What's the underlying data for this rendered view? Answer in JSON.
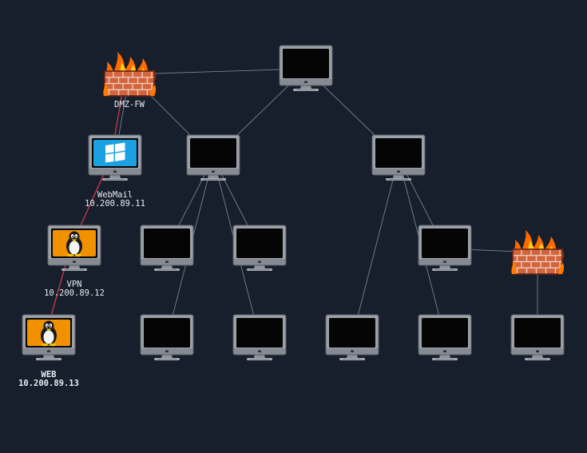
{
  "theme": {
    "background": "#171e2c",
    "link_color": "#8d93a0",
    "attack_path_color": "#c0394a",
    "windows_tile": "#1ba1e2",
    "linux_tile": "#f29100"
  },
  "nodes": [
    {
      "id": "dmz-fw",
      "kind": "firewall",
      "label": "DMZ-FW",
      "ip": ""
    },
    {
      "id": "root",
      "kind": "monitor",
      "os": "none",
      "label": "",
      "ip": ""
    },
    {
      "id": "webmail",
      "kind": "monitor",
      "os": "windows",
      "label": "WebMail",
      "ip": "10.200.89.11"
    },
    {
      "id": "vpn",
      "kind": "monitor",
      "os": "linux",
      "label": "VPN",
      "ip": "10.200.89.12"
    },
    {
      "id": "web",
      "kind": "monitor",
      "os": "linux",
      "label": "WEB",
      "ip": "10.200.89.13",
      "emphasis": true
    },
    {
      "id": "host-l2a",
      "kind": "monitor",
      "os": "none",
      "label": "",
      "ip": ""
    },
    {
      "id": "host-l2b",
      "kind": "monitor",
      "os": "none",
      "label": "",
      "ip": ""
    },
    {
      "id": "host-l3a",
      "kind": "monitor",
      "os": "none",
      "label": "",
      "ip": ""
    },
    {
      "id": "host-l3b",
      "kind": "monitor",
      "os": "none",
      "label": "",
      "ip": ""
    },
    {
      "id": "host-l3c",
      "kind": "monitor",
      "os": "none",
      "label": "",
      "ip": ""
    },
    {
      "id": "fw-2",
      "kind": "firewall",
      "label": "",
      "ip": ""
    },
    {
      "id": "host-l4a",
      "kind": "monitor",
      "os": "none",
      "label": "",
      "ip": ""
    },
    {
      "id": "host-l4b",
      "kind": "monitor",
      "os": "none",
      "label": "",
      "ip": ""
    },
    {
      "id": "host-l4c",
      "kind": "monitor",
      "os": "none",
      "label": "",
      "ip": ""
    },
    {
      "id": "host-l4d",
      "kind": "monitor",
      "os": "none",
      "label": "",
      "ip": ""
    },
    {
      "id": "host-l4e",
      "kind": "monitor",
      "os": "none",
      "label": "",
      "ip": ""
    }
  ],
  "edges": [
    {
      "from": "dmz-fw",
      "to": "root",
      "type": "link"
    },
    {
      "from": "dmz-fw",
      "to": "host-l2a",
      "type": "link"
    },
    {
      "from": "dmz-fw",
      "to": "webmail",
      "type": "link"
    },
    {
      "from": "dmz-fw",
      "to": "webmail",
      "type": "attack"
    },
    {
      "from": "webmail",
      "to": "vpn",
      "type": "attack"
    },
    {
      "from": "vpn",
      "to": "web",
      "type": "attack"
    },
    {
      "from": "root",
      "to": "host-l2a",
      "type": "link"
    },
    {
      "from": "root",
      "to": "host-l2b",
      "type": "link"
    },
    {
      "from": "host-l2a",
      "to": "host-l3a",
      "type": "link"
    },
    {
      "from": "host-l2a",
      "to": "host-l3b",
      "type": "link"
    },
    {
      "from": "host-l2a",
      "to": "host-l4a",
      "type": "link"
    },
    {
      "from": "host-l2a",
      "to": "host-l4b",
      "type": "link"
    },
    {
      "from": "host-l2b",
      "to": "host-l3c",
      "type": "link"
    },
    {
      "from": "host-l2b",
      "to": "host-l4c",
      "type": "link"
    },
    {
      "from": "host-l2b",
      "to": "host-l4d",
      "type": "link"
    },
    {
      "from": "host-l3c",
      "to": "fw-2",
      "type": "link"
    },
    {
      "from": "fw-2",
      "to": "host-l4e",
      "type": "link"
    }
  ]
}
